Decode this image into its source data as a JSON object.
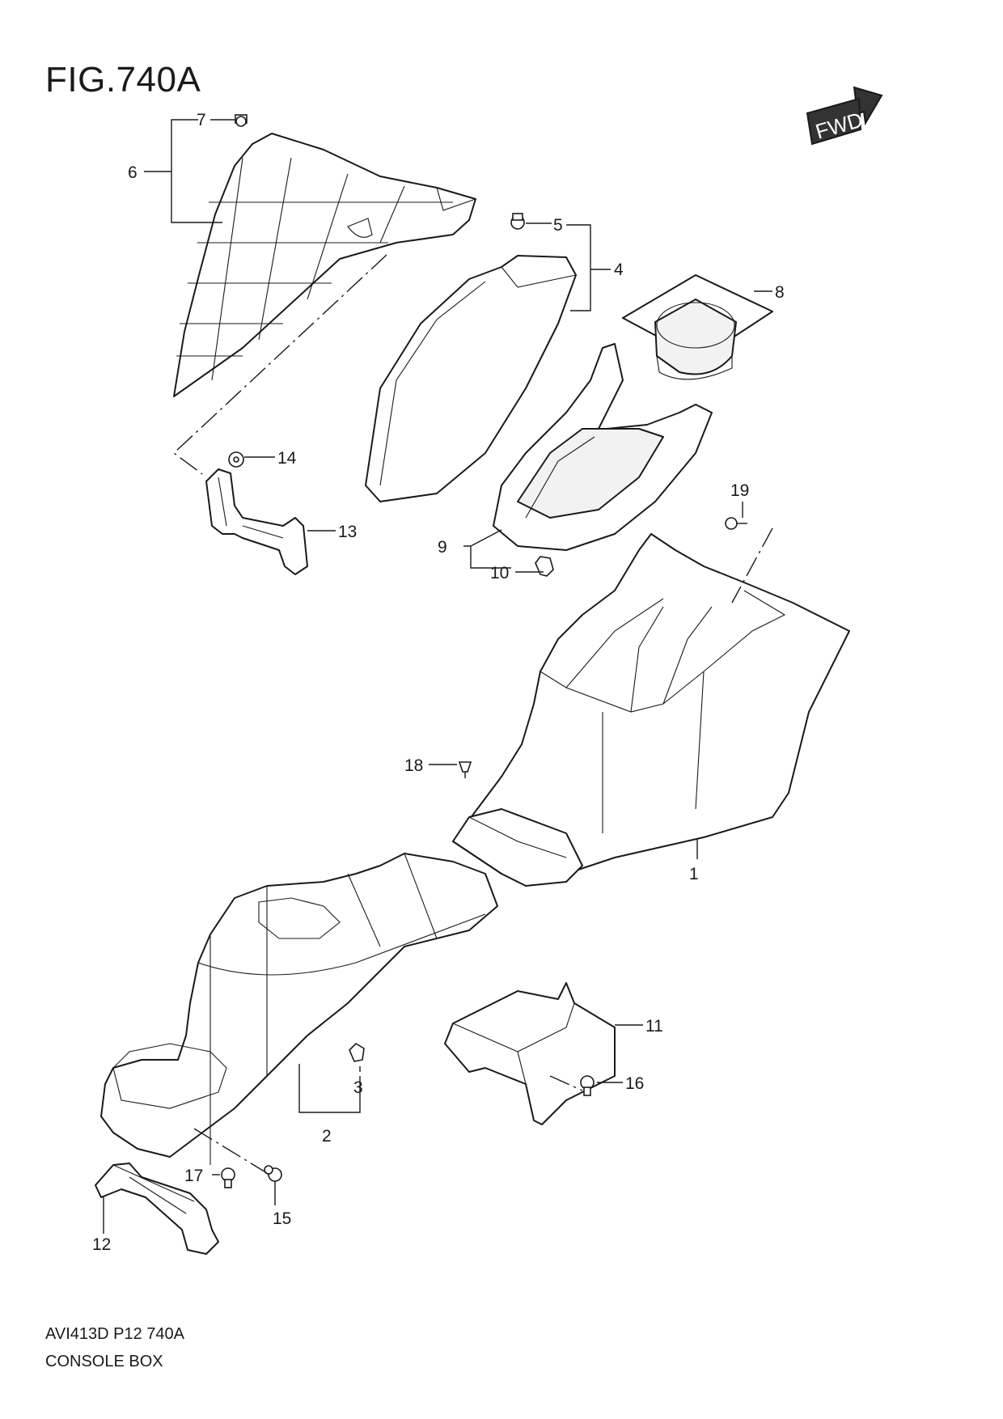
{
  "figure": {
    "title": "FIG.740A",
    "code": "AVI413D P12 740A",
    "name": "CONSOLE BOX",
    "direction_badge": "FWD"
  },
  "callouts": [
    "1",
    "2",
    "3",
    "4",
    "5",
    "6",
    "7",
    "8",
    "9",
    "10",
    "11",
    "12",
    "13",
    "14",
    "15",
    "16",
    "17",
    "18",
    "19"
  ],
  "colors": {
    "line": "#1a1a1a",
    "background": "#ffffff",
    "badge": "#333333"
  }
}
